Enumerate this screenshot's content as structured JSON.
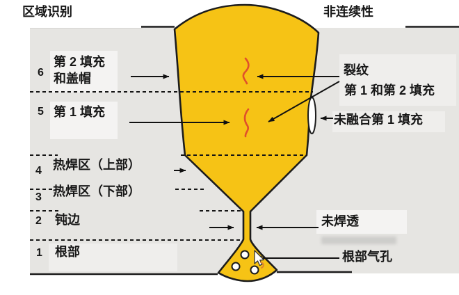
{
  "titles": {
    "left": "区域识别",
    "right": "非连续性"
  },
  "zones": [
    {
      "num": "6",
      "line1": "第 2 填充",
      "line2": "和盖帽"
    },
    {
      "num": "5",
      "line1": "第 1 填充"
    },
    {
      "num": "4",
      "line1": "热焊区（上部）"
    },
    {
      "num": "3",
      "line1": "热焊区（下部）"
    },
    {
      "num": "2",
      "line1": "钝边"
    },
    {
      "num": "1",
      "line1": "根部"
    }
  ],
  "defects": {
    "cracks_title": "裂纹",
    "cracks_scope": "第 1 和第 2 填充",
    "lack_of_fusion": "未融合第 1 填充",
    "incomplete_penetration": "未焊透",
    "root_porosity": "根部气孔"
  },
  "colors": {
    "weld_yellow": "#f6c315",
    "outline_black": "#1c1c1c",
    "crack_red": "#e0502b",
    "panel_gray": "#e6e5e2",
    "cursor_accent_orange": "#e2882b"
  }
}
